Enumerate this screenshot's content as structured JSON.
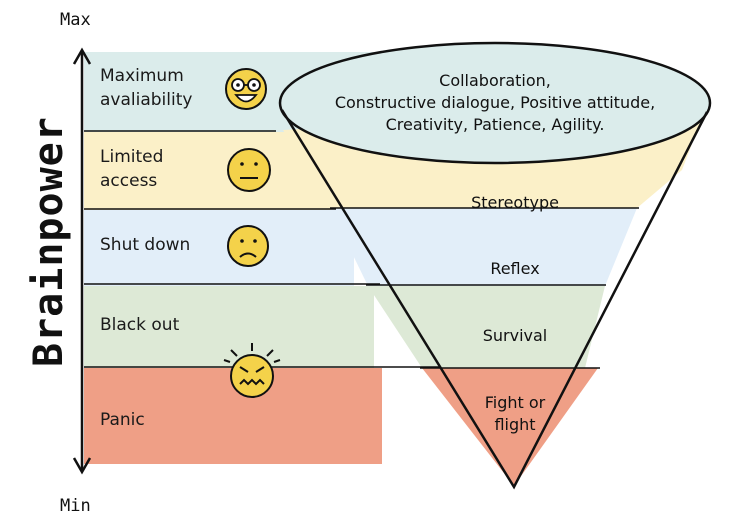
{
  "axis": {
    "top_label": "Max",
    "bottom_label": "Min",
    "title": "Brainpower"
  },
  "levels": [
    {
      "label_line1": "Maximum",
      "label_line2": "avaliability",
      "face": "happy-face-glasses-icon",
      "color": "#dbeceb"
    },
    {
      "label_line1": "Limited",
      "label_line2": "access",
      "face": "neutral-face-icon",
      "color": "#fbf0c8"
    },
    {
      "label_line1": "Shut down",
      "label_line2": "",
      "face": "sad-face-icon",
      "color": "#e2eef9"
    },
    {
      "label_line1": "Black out",
      "label_line2": "",
      "face": "",
      "color": "#dde9d6"
    },
    {
      "label_line1": "Panic",
      "label_line2": "",
      "face": "angry-face-icon",
      "color": "#ef9f86"
    }
  ],
  "funnel": {
    "top_line1": "Collaboration,",
    "top_line2": "Constructive dialogue, Positive attitude,",
    "top_line3": "Creativity, Patience, Agility.",
    "stereotype": "Stereotype",
    "reflex": "Reflex",
    "survival": "Survival",
    "fight_line1": "Fight or",
    "fight_line2": "flight"
  }
}
